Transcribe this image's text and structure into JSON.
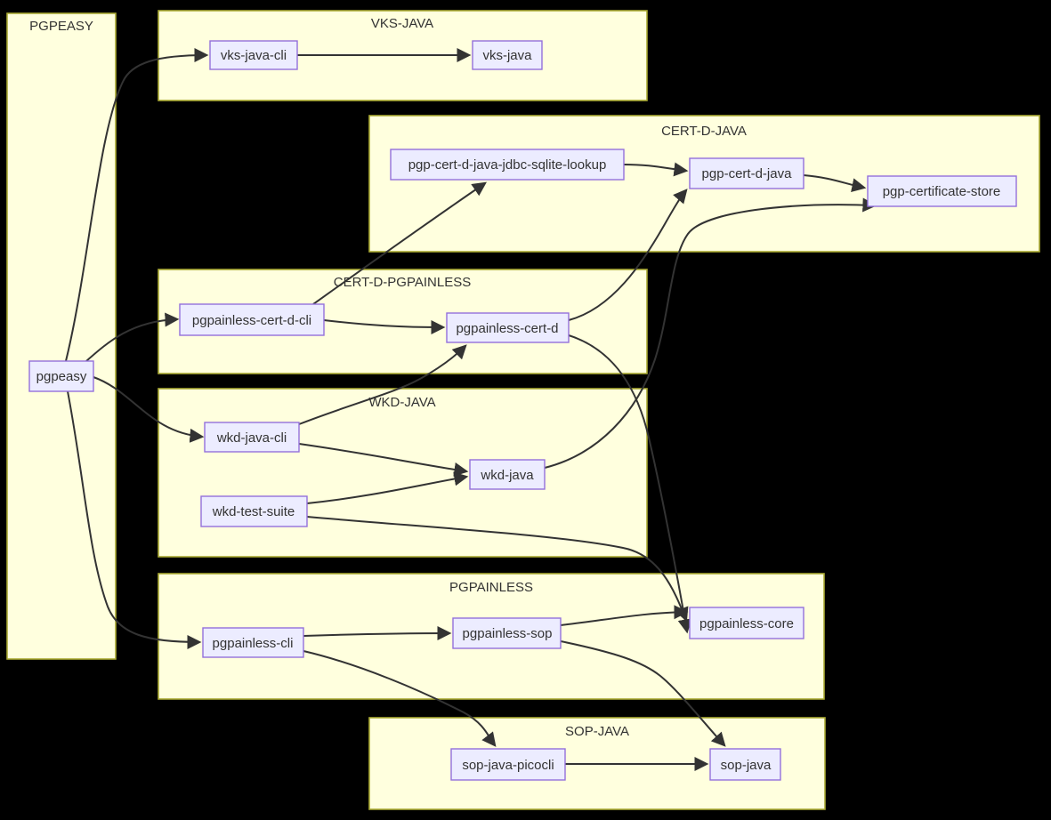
{
  "diagram": {
    "type": "flowchart",
    "direction": "LR",
    "background_color": "#000000",
    "colors": {
      "cluster_fill": "#ffffde",
      "cluster_border": "#aaaa33",
      "node_fill": "#ececff",
      "node_border": "#9370db",
      "edge_color": "#333333",
      "text_color": "#333333"
    },
    "clusters": [
      {
        "label": "PGPEASY"
      },
      {
        "label": "VKS-JAVA"
      },
      {
        "label": "CERT-D-JAVA"
      },
      {
        "label": "CERT-D-PGPAINLESS"
      },
      {
        "label": "WKD-JAVA"
      },
      {
        "label": "PGPAINLESS"
      },
      {
        "label": "SOP-JAVA"
      }
    ],
    "nodes": [
      {
        "label": "pgpeasy",
        "cluster": "PGPEASY"
      },
      {
        "label": "vks-java-cli",
        "cluster": "VKS-JAVA"
      },
      {
        "label": "vks-java",
        "cluster": "VKS-JAVA"
      },
      {
        "label": "pgp-cert-d-java-jdbc-sqlite-lookup",
        "cluster": "CERT-D-JAVA"
      },
      {
        "label": "pgp-cert-d-java",
        "cluster": "CERT-D-JAVA"
      },
      {
        "label": "pgp-certificate-store",
        "cluster": "CERT-D-JAVA"
      },
      {
        "label": "pgpainless-cert-d-cli",
        "cluster": "CERT-D-PGPAINLESS"
      },
      {
        "label": "pgpainless-cert-d",
        "cluster": "CERT-D-PGPAINLESS"
      },
      {
        "label": "wkd-java-cli",
        "cluster": "WKD-JAVA"
      },
      {
        "label": "wkd-java",
        "cluster": "WKD-JAVA"
      },
      {
        "label": "wkd-test-suite",
        "cluster": "WKD-JAVA"
      },
      {
        "label": "pgpainless-cli",
        "cluster": "PGPAINLESS"
      },
      {
        "label": "pgpainless-sop",
        "cluster": "PGPAINLESS"
      },
      {
        "label": "pgpainless-core",
        "cluster": "PGPAINLESS"
      },
      {
        "label": "sop-java-picocli",
        "cluster": "SOP-JAVA"
      },
      {
        "label": "sop-java",
        "cluster": "SOP-JAVA"
      }
    ],
    "edges": [
      {
        "from": "pgpeasy",
        "to": "vks-java-cli"
      },
      {
        "from": "pgpeasy",
        "to": "pgpainless-cert-d-cli"
      },
      {
        "from": "pgpeasy",
        "to": "wkd-java-cli"
      },
      {
        "from": "pgpeasy",
        "to": "pgpainless-cli"
      },
      {
        "from": "vks-java-cli",
        "to": "vks-java"
      },
      {
        "from": "pgp-cert-d-java-jdbc-sqlite-lookup",
        "to": "pgp-cert-d-java"
      },
      {
        "from": "pgp-cert-d-java",
        "to": "pgp-certificate-store"
      },
      {
        "from": "pgpainless-cert-d-cli",
        "to": "pgp-cert-d-java-jdbc-sqlite-lookup"
      },
      {
        "from": "pgpainless-cert-d-cli",
        "to": "pgpainless-cert-d"
      },
      {
        "from": "pgpainless-cert-d",
        "to": "pgp-cert-d-java"
      },
      {
        "from": "pgpainless-cert-d",
        "to": "pgpainless-core"
      },
      {
        "from": "wkd-java-cli",
        "to": "wkd-java"
      },
      {
        "from": "wkd-java-cli",
        "to": "pgpainless-cert-d"
      },
      {
        "from": "wkd-java",
        "to": "pgp-certificate-store"
      },
      {
        "from": "wkd-test-suite",
        "to": "wkd-java"
      },
      {
        "from": "wkd-test-suite",
        "to": "pgpainless-core"
      },
      {
        "from": "pgpainless-cli",
        "to": "pgpainless-sop"
      },
      {
        "from": "pgpainless-cli",
        "to": "sop-java-picocli"
      },
      {
        "from": "pgpainless-sop",
        "to": "pgpainless-core"
      },
      {
        "from": "pgpainless-sop",
        "to": "sop-java"
      },
      {
        "from": "sop-java-picocli",
        "to": "sop-java"
      }
    ]
  }
}
